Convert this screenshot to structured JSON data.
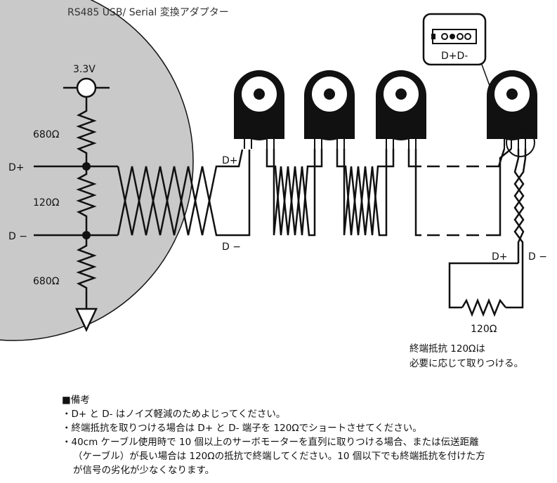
{
  "title": "RS485 USB/ Serial 変換アダプター",
  "labels": {
    "voltage": "3.3V",
    "r_top": "680Ω",
    "r_mid": "120Ω",
    "r_bot": "680Ω",
    "dplus_left": "D+",
    "dminus_left": "D −",
    "dplus_cable": "D+",
    "dminus_cable": "D −",
    "connector_pins": "D+D-",
    "dplus_term": "D+",
    "dminus_term": "D −",
    "r_term": "120Ω"
  },
  "caption": {
    "line1": "終端抵抗 120Ωは",
    "line2": "必要に応じて取りつける。"
  },
  "notes": {
    "heading": "■備考",
    "items": [
      "・D+ と D- はノイズ軽減のためよじってください。",
      "・終端抵抗を取りつける場合は D+ と D- 端子を 120Ωでショートさせてください。",
      "・40cm ケーブル使用時で 10 個以上のサーボモーターを直列に取りつける場合、または伝送距離",
      "（ケーブル）が長い場合は 120Ωの抵抗で終端してください。10 個以下でも終端抵抗を付けた方",
      "が信号の劣化が少なくなります。"
    ]
  },
  "colors": {
    "adapter_fill": "#c9c9c9",
    "wire": "#111111"
  }
}
